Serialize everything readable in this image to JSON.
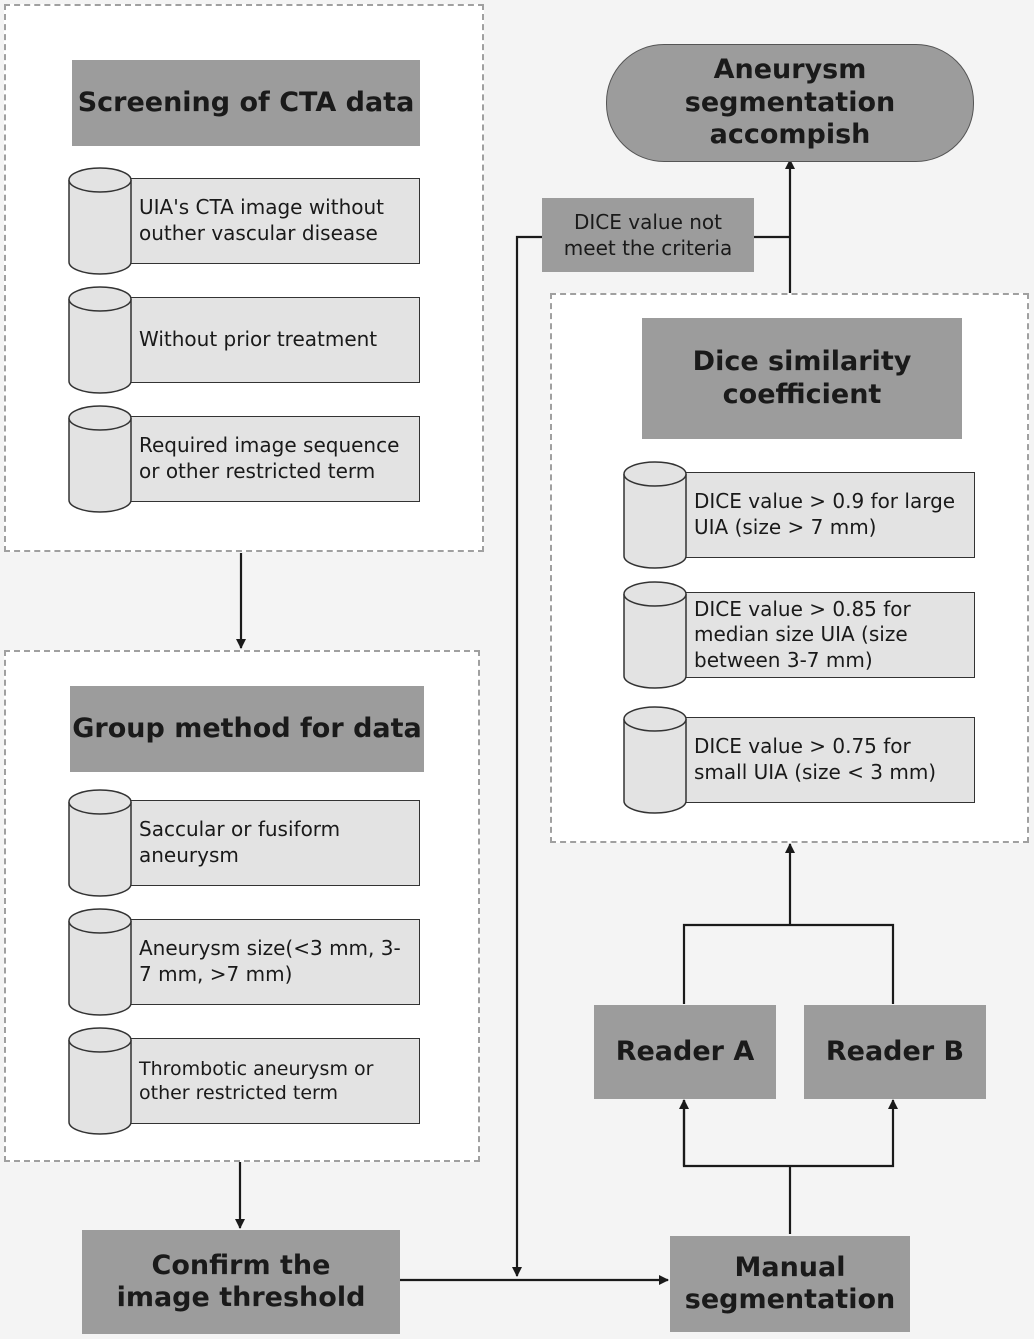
{
  "groups": {
    "screening": {
      "title": "Screening of CTA data",
      "items": [
        "UIA's CTA image without outher vascular disease",
        "Without prior treatment",
        "Required image sequence or other restricted term"
      ]
    },
    "grouping": {
      "title": "Group method for data",
      "items": [
        "Saccular or fusiform aneurysm",
        "Aneurysm size(<3 mm, 3-7 mm, >7 mm)",
        "Thrombotic aneurysm or other restricted term"
      ]
    },
    "dice": {
      "title": "Dice similarity coefficient",
      "items": [
        "DICE value > 0.9 for large UIA (size > 7 mm)",
        "DICE value > 0.85 for median size UIA (size between 3-7 mm)",
        "DICE value > 0.75 for small UIA (size < 3 mm)"
      ]
    }
  },
  "nodes": {
    "confirm_threshold": "Confirm the image threshold",
    "manual_segmentation": "Manual segmentation",
    "reader_a": "Reader A",
    "reader_b": "Reader B",
    "accomplish": "Aneurysm segmentation accompish",
    "dice_not_meet": "DICE value not meet the criteria"
  }
}
